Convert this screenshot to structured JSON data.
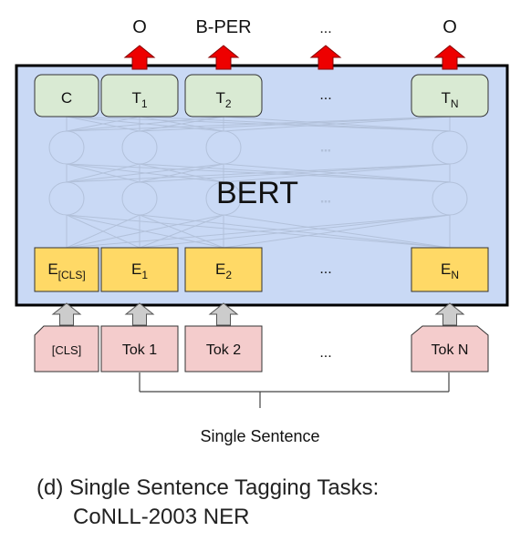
{
  "outputs": [
    "O",
    "B-PER",
    "...",
    "O"
  ],
  "top_boxes": [
    {
      "main": "C",
      "sub": ""
    },
    {
      "main": "T",
      "sub": "1"
    },
    {
      "main": "T",
      "sub": "2"
    },
    {
      "main": "...",
      "sub": ""
    },
    {
      "main": "T",
      "sub": "N"
    }
  ],
  "model_label": "BERT",
  "embeddings": [
    {
      "main": "E",
      "sub": "[CLS]"
    },
    {
      "main": "E",
      "sub": "1"
    },
    {
      "main": "E",
      "sub": "2"
    },
    {
      "main": "...",
      "sub": ""
    },
    {
      "main": "E",
      "sub": "N"
    }
  ],
  "tokens": [
    "[CLS]",
    "Tok 1",
    "Tok 2",
    "...",
    "Tok N"
  ],
  "input_label": "Single Sentence",
  "caption_line1": "(d) Single Sentence Tagging Tasks:",
  "caption_line2": "CoNLL-2003 NER",
  "colors": {
    "bert_bg": "#c9d9f5",
    "output_box": "#d9ead3",
    "embedding_box": "#ffd966",
    "token_box": "#f4cccc",
    "arrow_red": "#ee0000",
    "arrow_gray": "#cccccc"
  }
}
